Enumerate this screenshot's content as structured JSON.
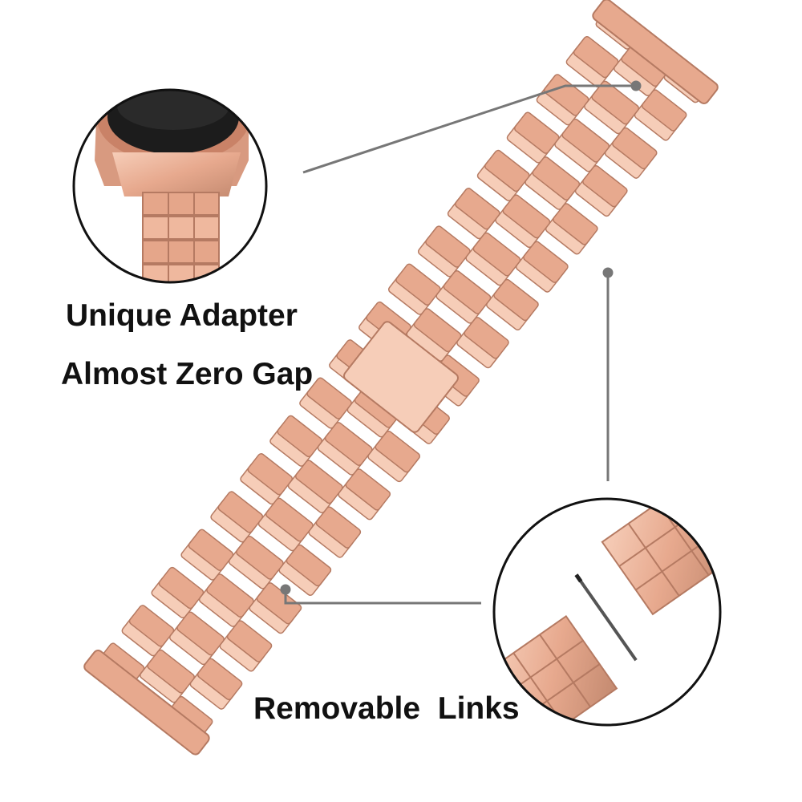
{
  "product": {
    "captions": {
      "adapter": "Unique Adapter",
      "gap": "Almost Zero Gap",
      "links": "Removable  Links"
    },
    "colors": {
      "rose_gold_base": "#e7a98e",
      "rose_gold_light": "#f6cdb8",
      "rose_gold_dark": "#b57a62",
      "pointer_line": "#777777",
      "circle_border": "#111111",
      "watch_face": "#1c1c1c"
    },
    "icons": [
      "watch-detail-icon",
      "link-detail-icon",
      "strap-icon"
    ]
  }
}
